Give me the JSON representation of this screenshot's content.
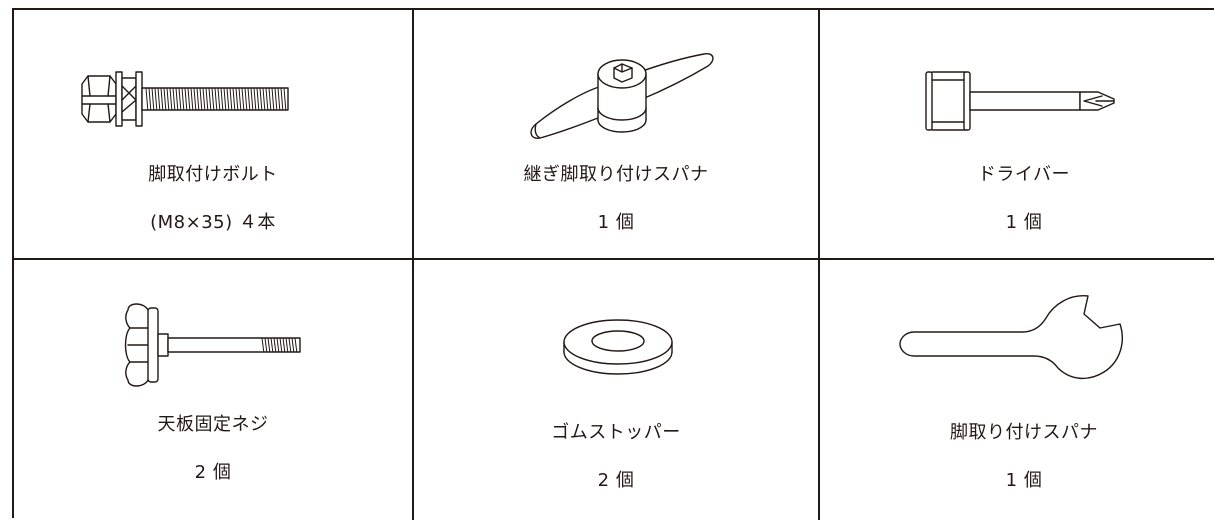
{
  "parts": [
    {
      "name": "脚取付けボルト",
      "qty": "(M8×35) ４本",
      "icon": "bolt-icon"
    },
    {
      "name": "継ぎ脚取り付けスパナ",
      "qty": "1 個",
      "icon": "t-handle-wrench-icon"
    },
    {
      "name": "ドライバー",
      "qty": "1 個",
      "icon": "screwdriver-bit-icon"
    },
    {
      "name": "天板固定ネジ",
      "qty": "2 個",
      "icon": "thumb-screw-icon"
    },
    {
      "name": "ゴムストッパー",
      "qty": "2 個",
      "icon": "rubber-stopper-icon"
    },
    {
      "name": "脚取り付けスパナ",
      "qty": "1 個",
      "icon": "open-end-wrench-icon"
    }
  ]
}
